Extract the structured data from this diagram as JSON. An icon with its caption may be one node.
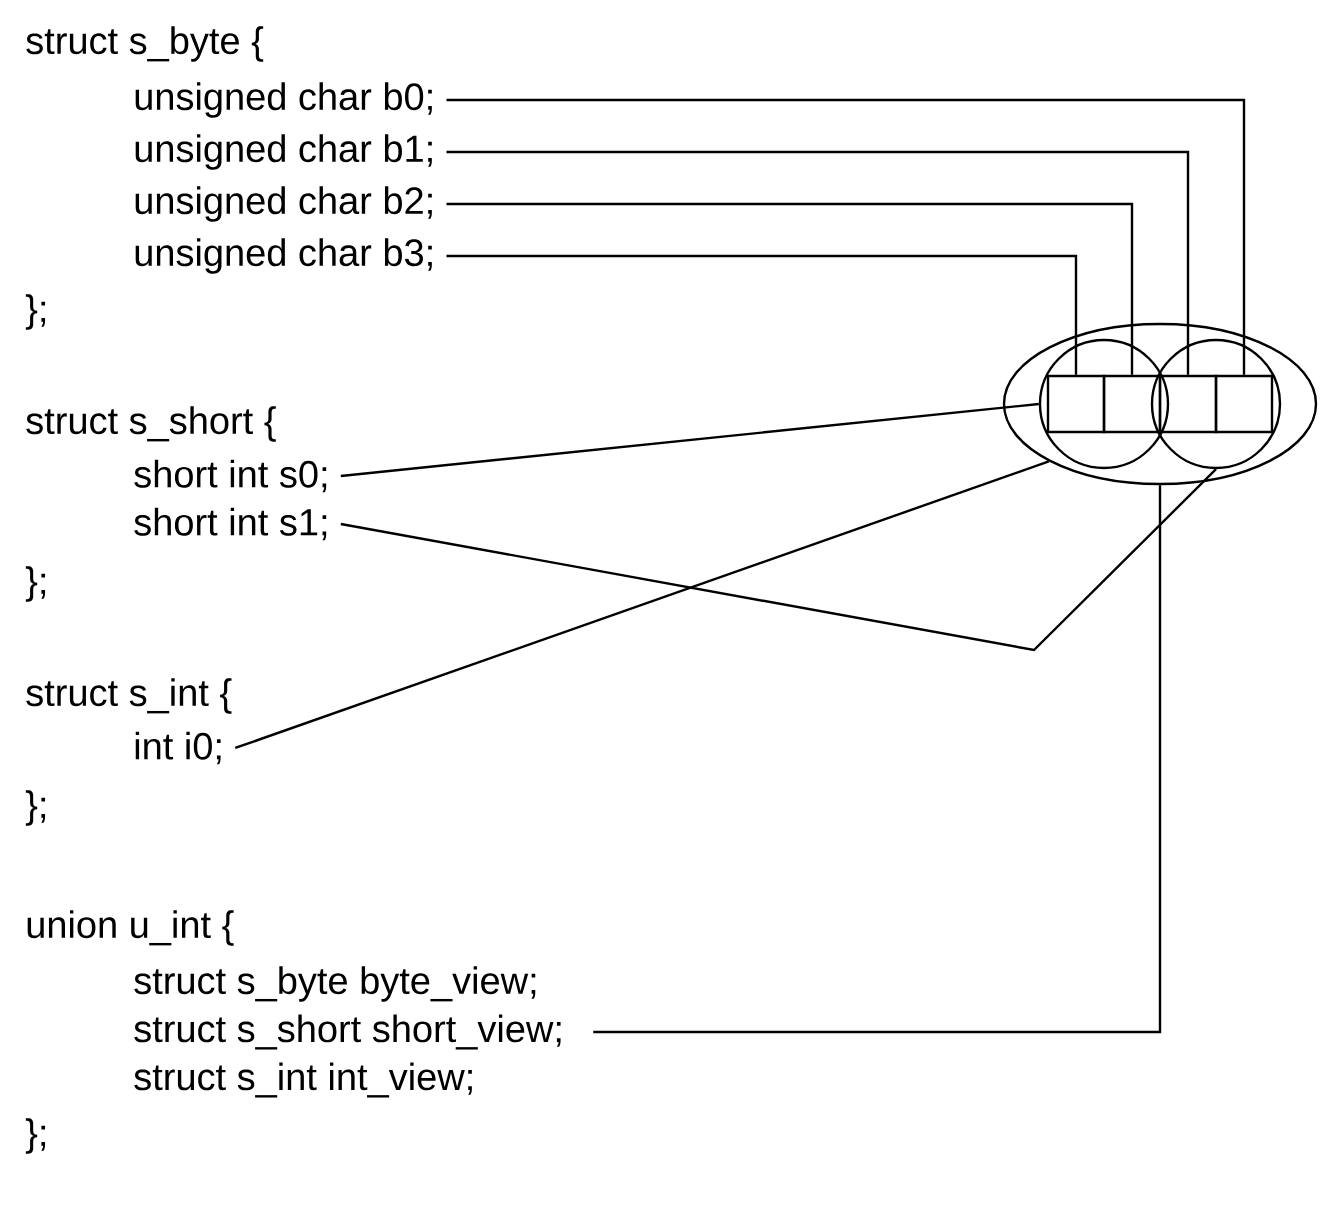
{
  "diagram": {
    "nodes": [
      {
        "text": [
          "unsigned char b0;"
        ]
      },
      {
        "text": [
          "unsigned char b1;"
        ]
      },
      {
        "text": [
          "unsigned char b2;"
        ]
      },
      {
        "text": [
          "unsigned char b3;"
        ]
      },
      {
        "text": [
          "short int s0;"
        ]
      },
      {
        "text": [
          "short int s1;"
        ]
      },
      {
        "text": [
          "int i0;"
        ]
      },
      {
        "text": [
          "struct s_short short_view;"
        ]
      },
      {
        "text": [],
        "shape": "ellipse"
      },
      {
        "text": [],
        "shape": "circle",
        "in": 8
      },
      {
        "text": [],
        "shape": "circle",
        "in": 8
      },
      {
        "text": [],
        "shape": "box",
        "in": 9
      },
      {
        "text": [],
        "shape": "box",
        "in": 9
      },
      {
        "text": [],
        "shape": "box",
        "in": 10
      },
      {
        "text": [],
        "shape": "box",
        "in": 10
      }
    ],
    "edges": [
      {
        "from": 0,
        "to": 14,
        "arrow": "none"
      },
      {
        "from": 1,
        "to": 13,
        "arrow": "none"
      },
      {
        "from": 2,
        "to": 12,
        "arrow": "none"
      },
      {
        "from": 3,
        "to": 11,
        "arrow": "none"
      },
      {
        "from": 4,
        "to": 9,
        "arrow": "none"
      },
      {
        "from": 5,
        "to": 10,
        "arrow": "none"
      },
      {
        "from": 6,
        "to": 8,
        "arrow": "none"
      },
      {
        "from": 7,
        "to": 8,
        "arrow": "none"
      }
    ],
    "labels": [
      "struct s_byte {",
      "};",
      "struct s_short {",
      "};",
      "struct s_int {",
      "};",
      "union u_int {",
      "struct s_byte byte_view;",
      "struct s_int int_view;",
      "};"
    ]
  }
}
